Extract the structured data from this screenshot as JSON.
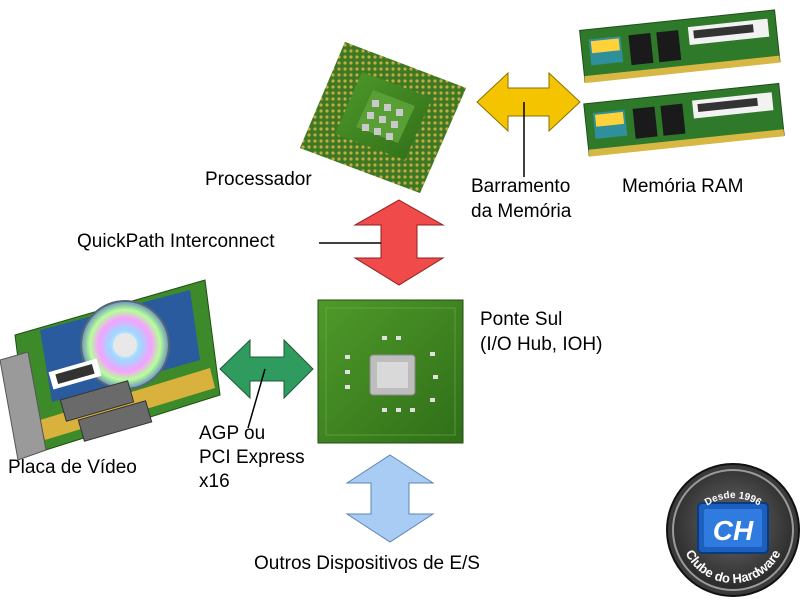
{
  "labels": {
    "processor": "Processador",
    "ram": "Memória RAM",
    "memory_bus_line1": "Barramento",
    "memory_bus_line2": "da Memória",
    "quickpath": "QuickPath Interconnect",
    "south_bridge_line1": "Ponte Sul",
    "south_bridge_line2": "(I/O Hub, IOH)",
    "video_card": "Placa de Vídeo",
    "agp_line1": "AGP ou",
    "agp_line2": "PCI Express",
    "agp_line3": "x16",
    "other_devices": "Outros Dispositivos de E/S"
  },
  "logo": {
    "top_text": "Desde 1996",
    "initials": "CH",
    "bottom_text": "Clube do Hardware"
  },
  "colors": {
    "memory_bus_arrow": "#f5c400",
    "quickpath_arrow": "#f04a4a",
    "agp_arrow": "#2f9b5e",
    "io_arrow": "#a9ccf4"
  }
}
